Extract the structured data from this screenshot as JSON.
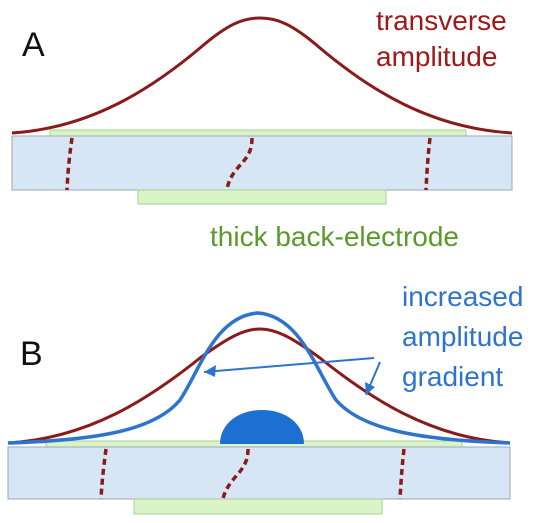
{
  "panels": {
    "a": {
      "letter": "A",
      "transverse_label_line1": "transverse",
      "transverse_label_line2": "amplitude",
      "electrode_label": "thick back-electrode"
    },
    "b": {
      "letter": "B",
      "gradient_label_line1": "increased",
      "gradient_label_line2": "amplitude",
      "gradient_label_line3": "gradient"
    }
  },
  "colors": {
    "substrate_fill": "#d6e6f4",
    "substrate_stroke": "#9aa9b6",
    "electrode_fill": "#d9f5c8",
    "electrode_stroke": "#a8d096",
    "amplitude_curve": "#8b1a1a",
    "gradient_curve": "#2e74cf",
    "droplet": "#1d6fd1",
    "transverse_label": "#a01818",
    "electrode_label": "#5a9a2a",
    "gradient_label": "#2e74cf"
  }
}
